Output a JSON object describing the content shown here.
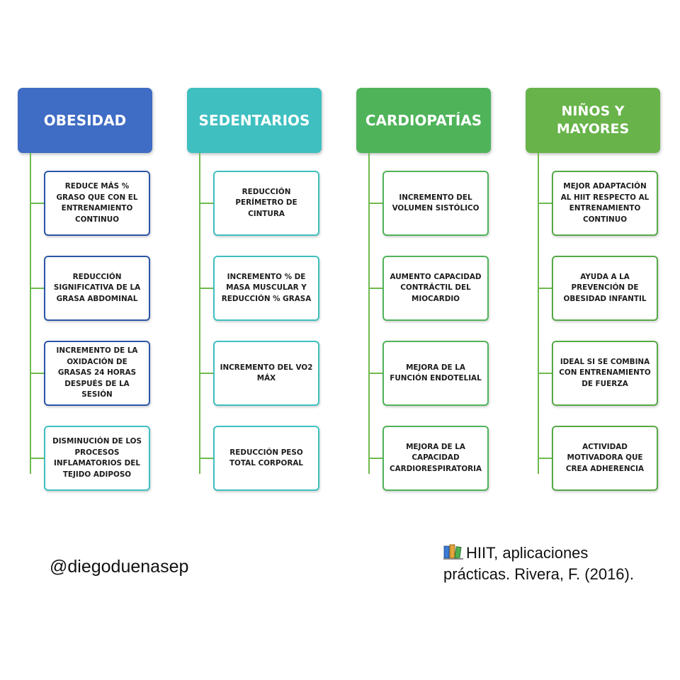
{
  "colors": {
    "obesidad": "#3f6cc4",
    "sedentarios": "#3fbfc0",
    "cardiopatias": "#4fb35a",
    "ninos": "#68b34a",
    "obesidad_border": "#2b56a6",
    "sedentarios_border": "#3fbfc0",
    "cardiopatias_border": "#4fb35a",
    "ninos_border": "#55a847",
    "connector": "#6fba4e"
  },
  "columns": [
    {
      "title": "OBESIDAD",
      "items": [
        "REDUCE MÁS % GRASO QUE CON EL ENTRENAMIENTO CONTINUO",
        "REDUCCIÓN SIGNIFICATIVA DE LA GRASA ABDOMINAL",
        "INCREMENTO DE LA OXIDACIÓN DE GRASAS 24 HORAS DESPUÉS DE LA SESIÓN",
        "DISMINUCIÓN DE LOS PROCESOS INFLAMATORIOS DEL TEJIDO ADIPOSO"
      ]
    },
    {
      "title": "SEDENTARIOS",
      "items": [
        "REDUCCIÓN PERÍMETRO DE CINTURA",
        "INCREMENTO % DE MASA MUSCULAR Y REDUCCIÓN % GRASA",
        "INCREMENTO DEL VO2 MÁX",
        "REDUCCIÓN PESO TOTAL CORPORAL"
      ]
    },
    {
      "title": "CARDIOPATÍAS",
      "items": [
        "INCREMENTO DEL VOLUMEN SISTÓLICO",
        "AUMENTO CAPACIDAD CONTRÁCTIL DEL MIOCARDIO",
        "MEJORA DE LA FUNCIÓN ENDOTELIAL",
        "MEJORA DE LA CAPACIDAD CARDIORESPIRATORIA"
      ]
    },
    {
      "title": "NIÑOS Y MAYORES",
      "items": [
        "MEJOR ADAPTACIÓN AL HIIT RESPECTO AL ENTRENAMIENTO CONTINUO",
        "AYUDA A LA PREVENCIÓN DE OBESIDAD INFANTIL",
        "IDEAL SI SE COMBINA CON ENTRENAMIENTO DE FUERZA",
        "ACTIVIDAD MOTIVADORA QUE CREA ADHERENCIA"
      ]
    }
  ],
  "footer": {
    "handle": "@diegoduenasep",
    "citation_line1": "HIIT, aplicaciones",
    "citation_line2": "prácticas. Rivera, F. (2016).",
    "citation_icon": "books-icon"
  }
}
